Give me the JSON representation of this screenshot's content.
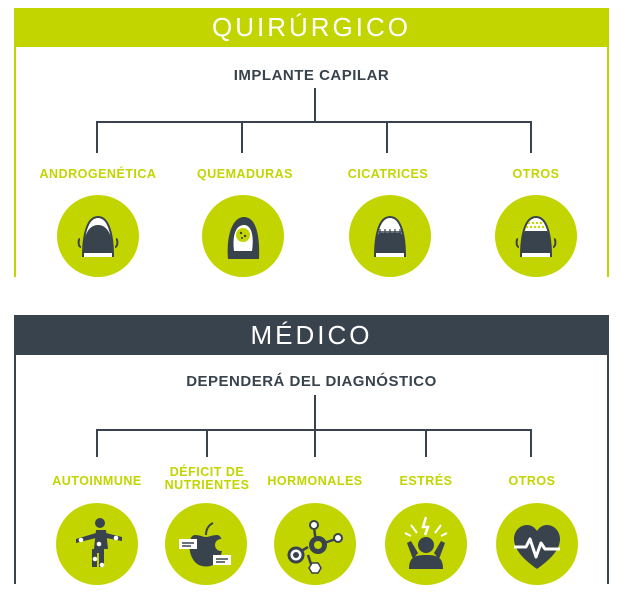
{
  "surgical": {
    "title": "QUIRÚRGICO",
    "subtitle": "IMPLANTE CAPILAR",
    "categories": [
      {
        "label": "ANDROGENÉTICA",
        "icon": "head-bald-crown-icon"
      },
      {
        "label": "QUEMADURAS",
        "icon": "head-burn-icon"
      },
      {
        "label": "CICATRICES",
        "icon": "head-scar-icon"
      },
      {
        "label": "OTROS",
        "icon": "head-dotted-icon"
      }
    ]
  },
  "medical": {
    "title": "MÉDICO",
    "subtitle": "DEPENDERÁ DEL DIAGNÓSTICO",
    "categories": [
      {
        "label": "AUTOINMUNE",
        "icon": "body-joints-icon"
      },
      {
        "label_line1": "DÉFICIT DE",
        "label_line2": "NUTRIENTES",
        "icon": "apple-bite-icon"
      },
      {
        "label": "HORMONALES",
        "icon": "molecule-icon"
      },
      {
        "label": "ESTRÉS",
        "icon": "stressed-person-icon"
      },
      {
        "label": "OTROS",
        "icon": "heart-pulse-icon"
      }
    ]
  },
  "colors": {
    "accent": "#c2d500",
    "dark": "#38434d",
    "background": "#ffffff"
  }
}
